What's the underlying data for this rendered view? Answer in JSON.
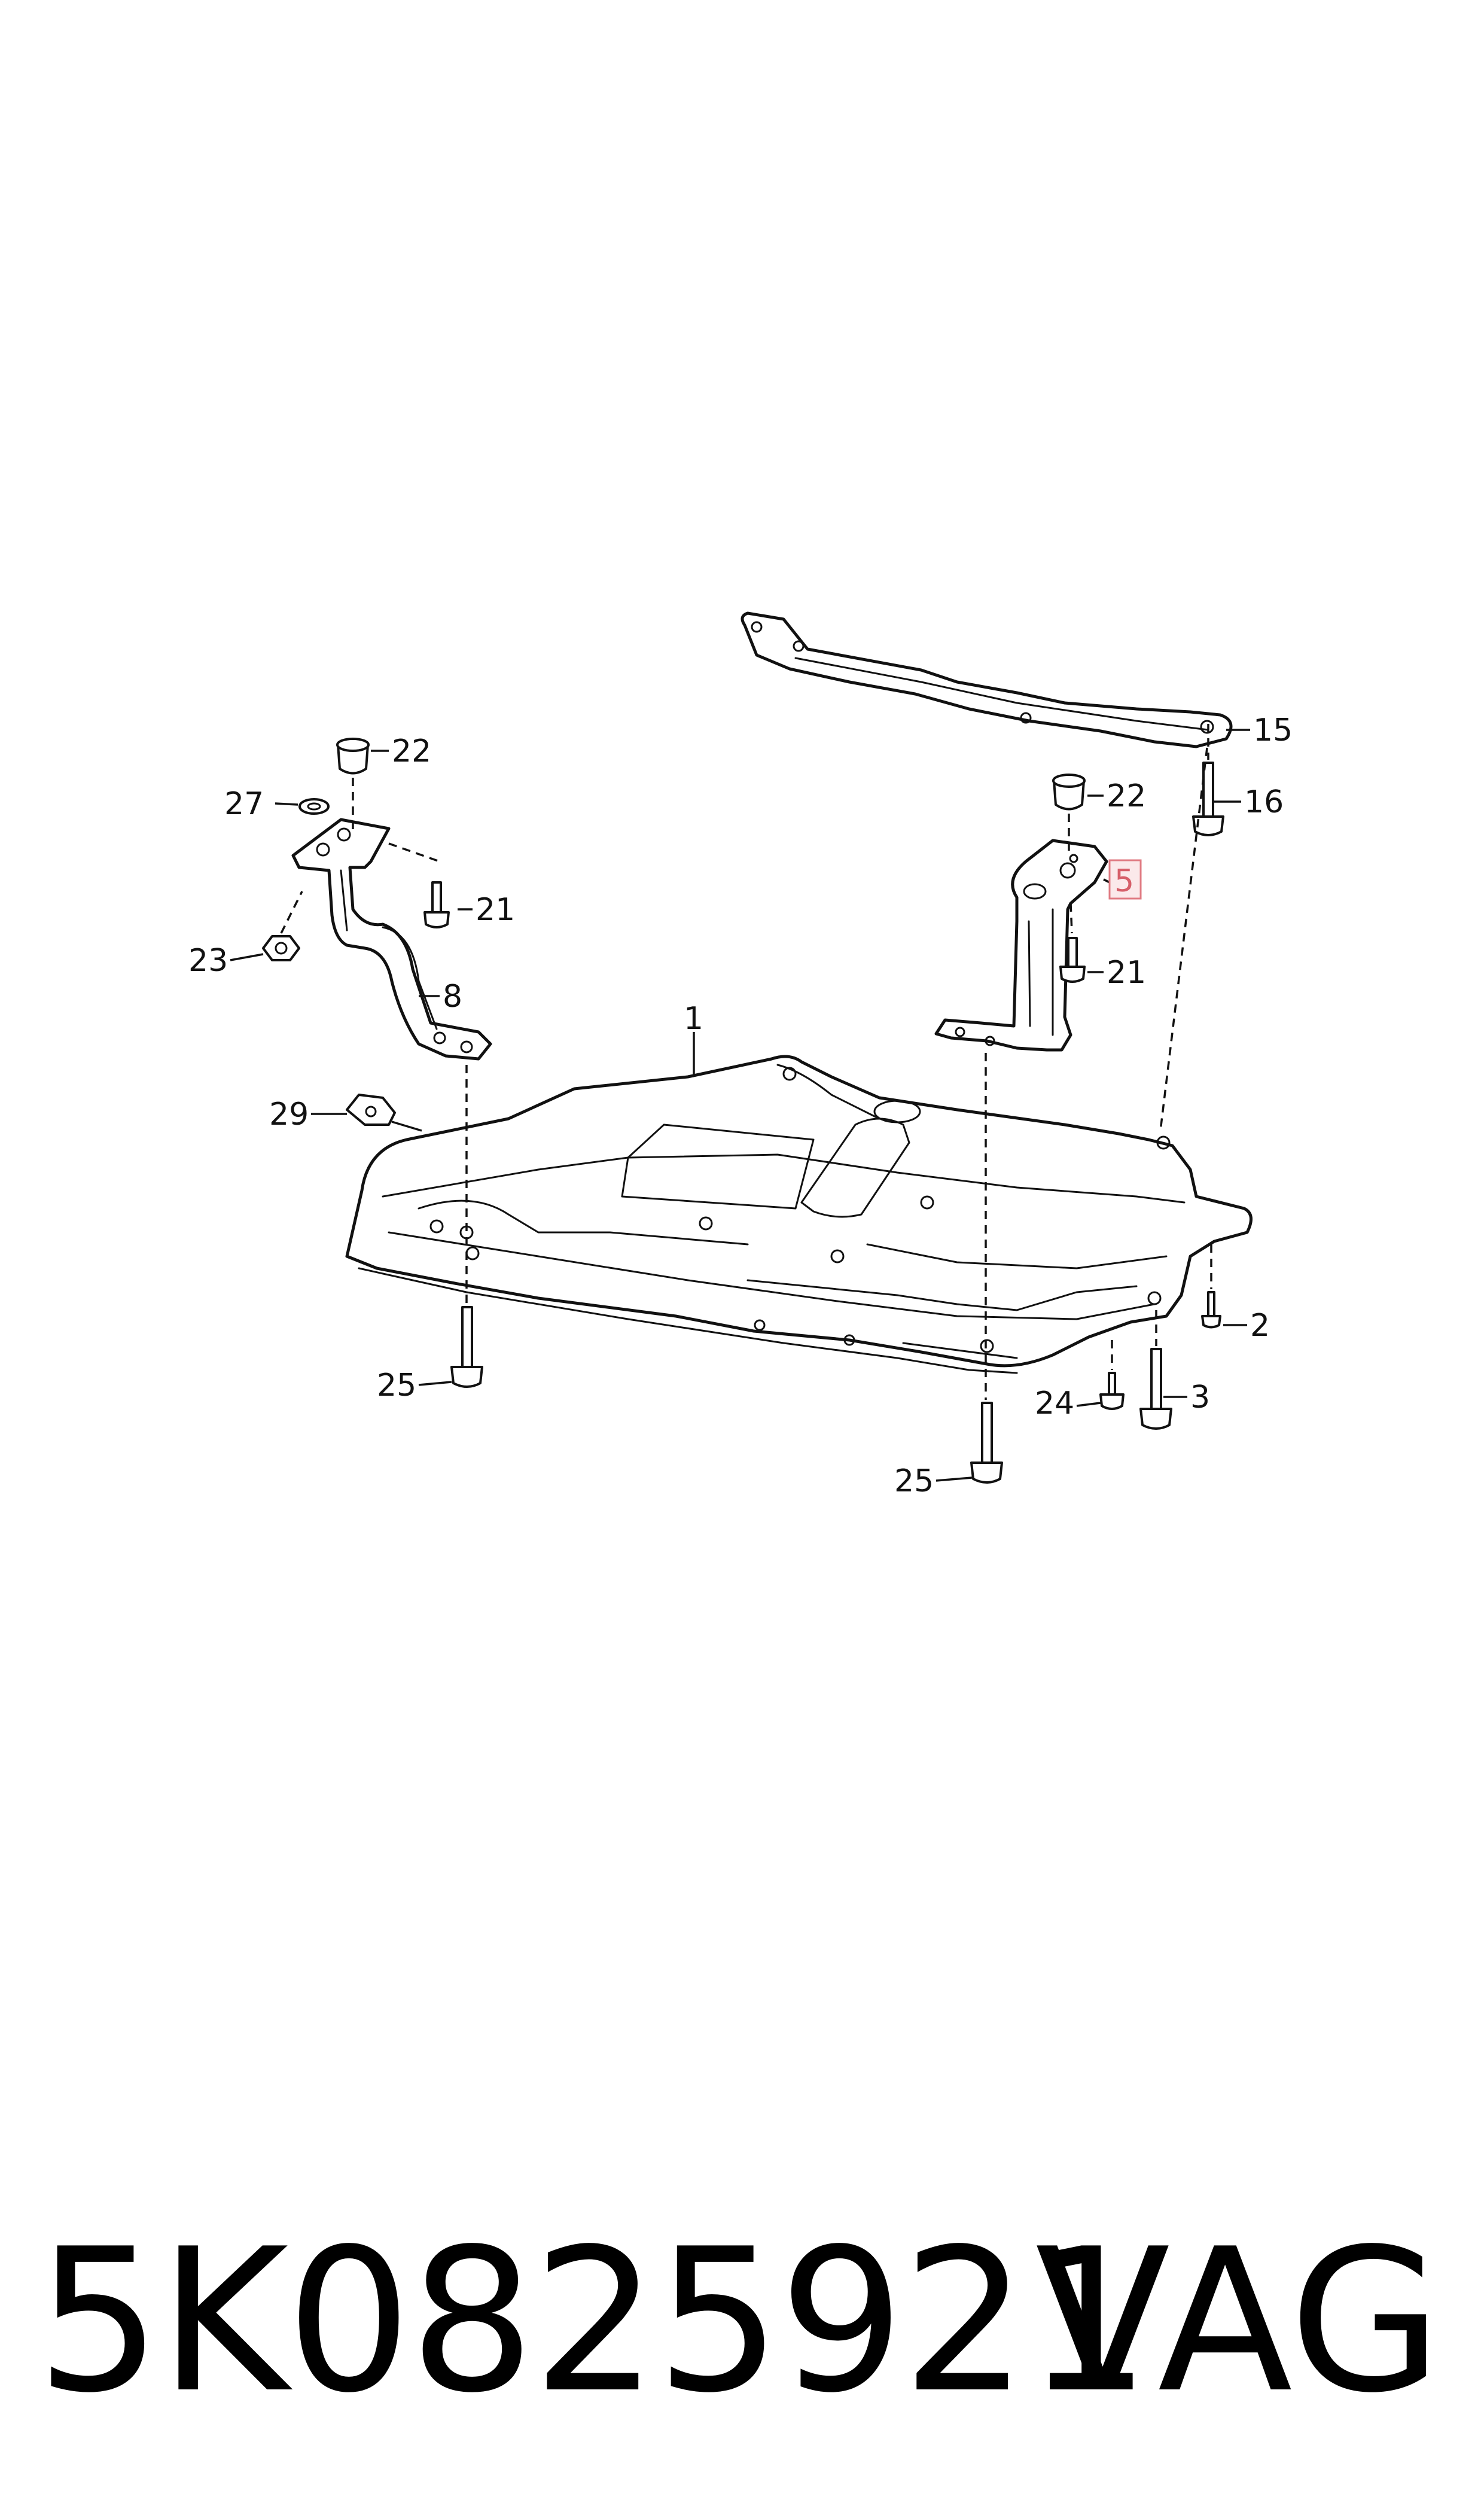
{
  "callouts": {
    "c1": "1",
    "c2": "2",
    "c3": "3",
    "c5": "5",
    "c8": "8",
    "c15": "15",
    "c16": "16",
    "c21a": "21",
    "c21b": "21",
    "c22a": "22",
    "c22b": "22",
    "c23": "23",
    "c24": "24",
    "c25a": "25",
    "c25b": "25",
    "c27": "27",
    "c29": "29"
  },
  "highlighted_callout": "5",
  "highlight_color": "#e07a82",
  "footer": {
    "part_number": "5K0825921",
    "brand": "VAG"
  }
}
